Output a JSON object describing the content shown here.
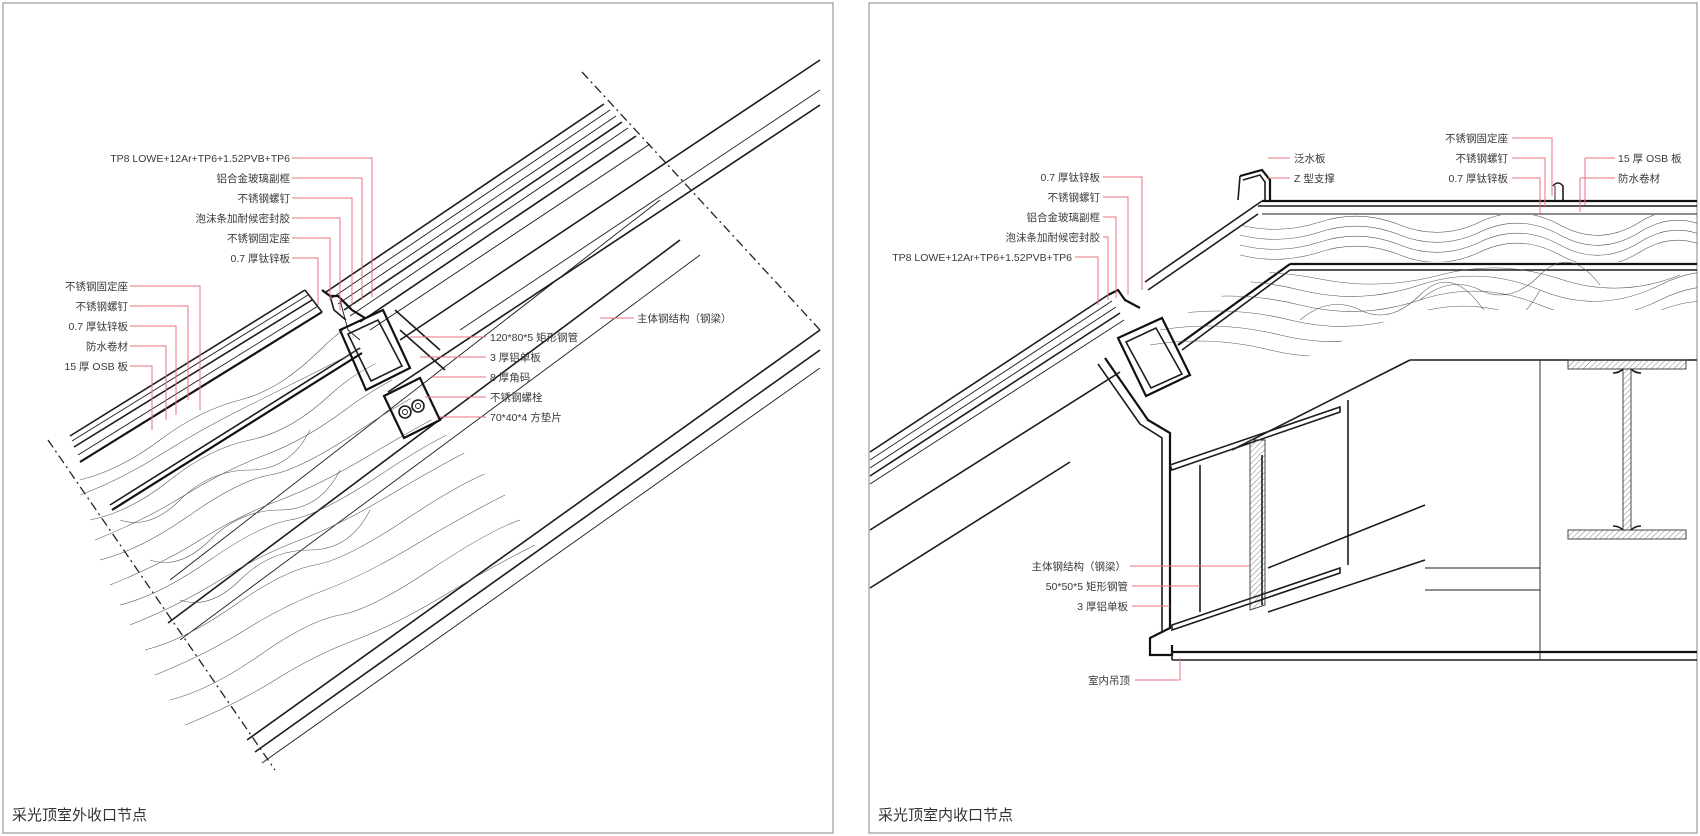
{
  "panels": [
    {
      "caption": "采光顶室外收口节点",
      "labels_left": [
        "TP8 LOWE+12Ar+TP6+1.52PVB+TP6",
        "铝合金玻璃副框",
        "不锈钢螺钉",
        "泡沫条加耐候密封胶",
        "不锈钢固定座",
        "0.7 厚钛锌板",
        "不锈钢固定座",
        "不锈钢螺钉",
        "0.7 厚钛锌板",
        "防水卷材",
        "15 厚 OSB 板"
      ],
      "labels_right": [
        "120*80*5 矩形钢管",
        "3 厚铝单板",
        "8 厚角码",
        "不锈钢螺栓",
        "70*40*4 方垫片",
        "主体钢结构（钢梁）"
      ]
    },
    {
      "caption": "采光顶室内收口节点",
      "labels_left": [
        "0.7 厚钛锌板",
        "不锈钢螺钉",
        "铝合金玻璃副框",
        "泡沫条加耐候密封胶",
        "TP8 LOWE+12Ar+TP6+1.52PVB+TP6"
      ],
      "labels_top": [
        "泛水板",
        "Z 型支撑",
        "不锈钢固定座",
        "不锈钢螺钉",
        "0.7 厚钛锌板",
        "15 厚 OSB 板",
        "防水卷材"
      ],
      "labels_bottom": [
        "主体钢结构（钢梁）",
        "50*50*5 矩形钢管",
        "3 厚铝单板",
        "室内吊顶"
      ]
    }
  ],
  "colors": {
    "leader": "#e8737d",
    "line": "#1c1c1c",
    "frame": "#9a9a9a"
  }
}
